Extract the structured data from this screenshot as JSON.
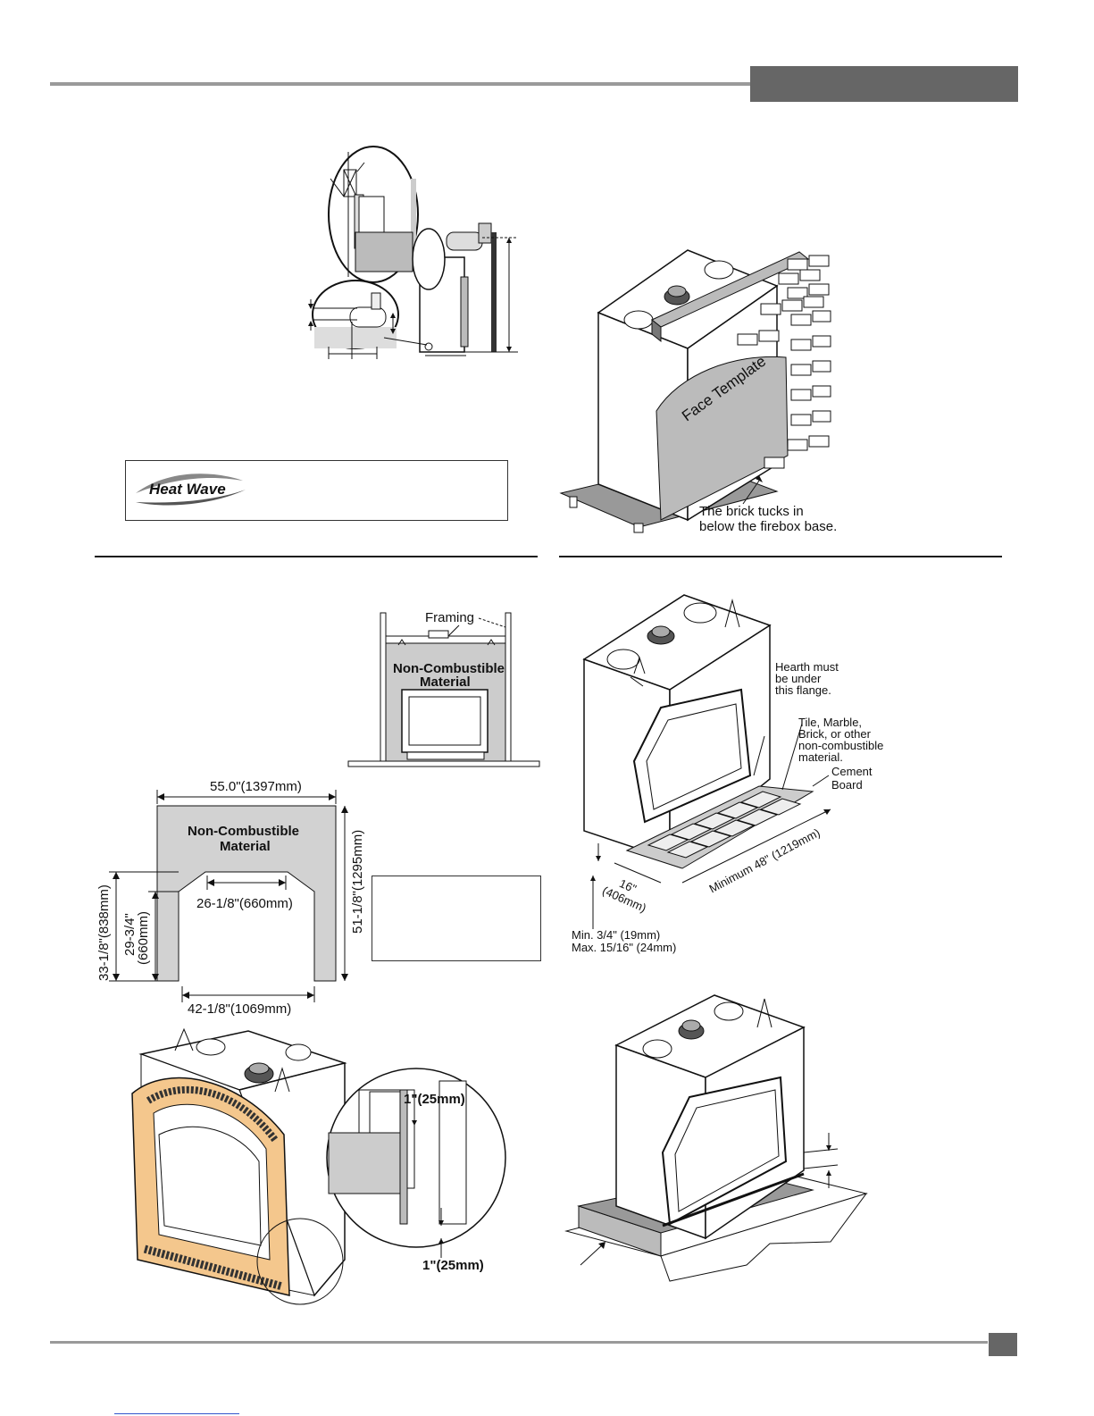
{
  "header": {
    "section_tab": ""
  },
  "footer": {
    "page_badge": ""
  },
  "logo": {
    "text": "Heat Wave"
  },
  "brick_figure": {
    "face_template": "Face Template",
    "brick_note_line1": "The brick tucks in",
    "brick_note_line2": "below the firebox base."
  },
  "framing_figure": {
    "framing": "Framing",
    "ncm_line1": "Non-Combustible",
    "ncm_line2": "Material"
  },
  "dimension_figure": {
    "ncm_line1": "Non-Combustible",
    "ncm_line2": "Material",
    "width_top": "55.0\"(1397mm)",
    "height_right": "51-1/8\"(1295mm)",
    "height_left": "33-1/8\"(838mm)",
    "inner_height_a": "29-3/4\"",
    "inner_height_b": "(660mm)",
    "inner_width": "26-1/8\"(660mm)",
    "bottom_width": "42-1/8\"(1069mm)"
  },
  "hearth_figure": {
    "flange_note_1": "Hearth must",
    "flange_note_2": "be under",
    "flange_note_3": "this flange.",
    "tile_note_1": "Tile, Marble,",
    "tile_note_2": "Brick, or other",
    "tile_note_3": "non-combustible",
    "tile_note_4": "material.",
    "cement_1": "Cement",
    "cement_2": "Board",
    "min_48": "Minimum 48\" (1219mm)",
    "depth_16": "16\"",
    "depth_16_mm": "(406mm)",
    "min_thick": "Min. 3/4\" (19mm)",
    "max_thick": "Max. 15/16\" (24mm)"
  },
  "facing_figure": {
    "gap_top": "1\"(25mm)",
    "gap_bottom": "1\"(25mm)"
  }
}
